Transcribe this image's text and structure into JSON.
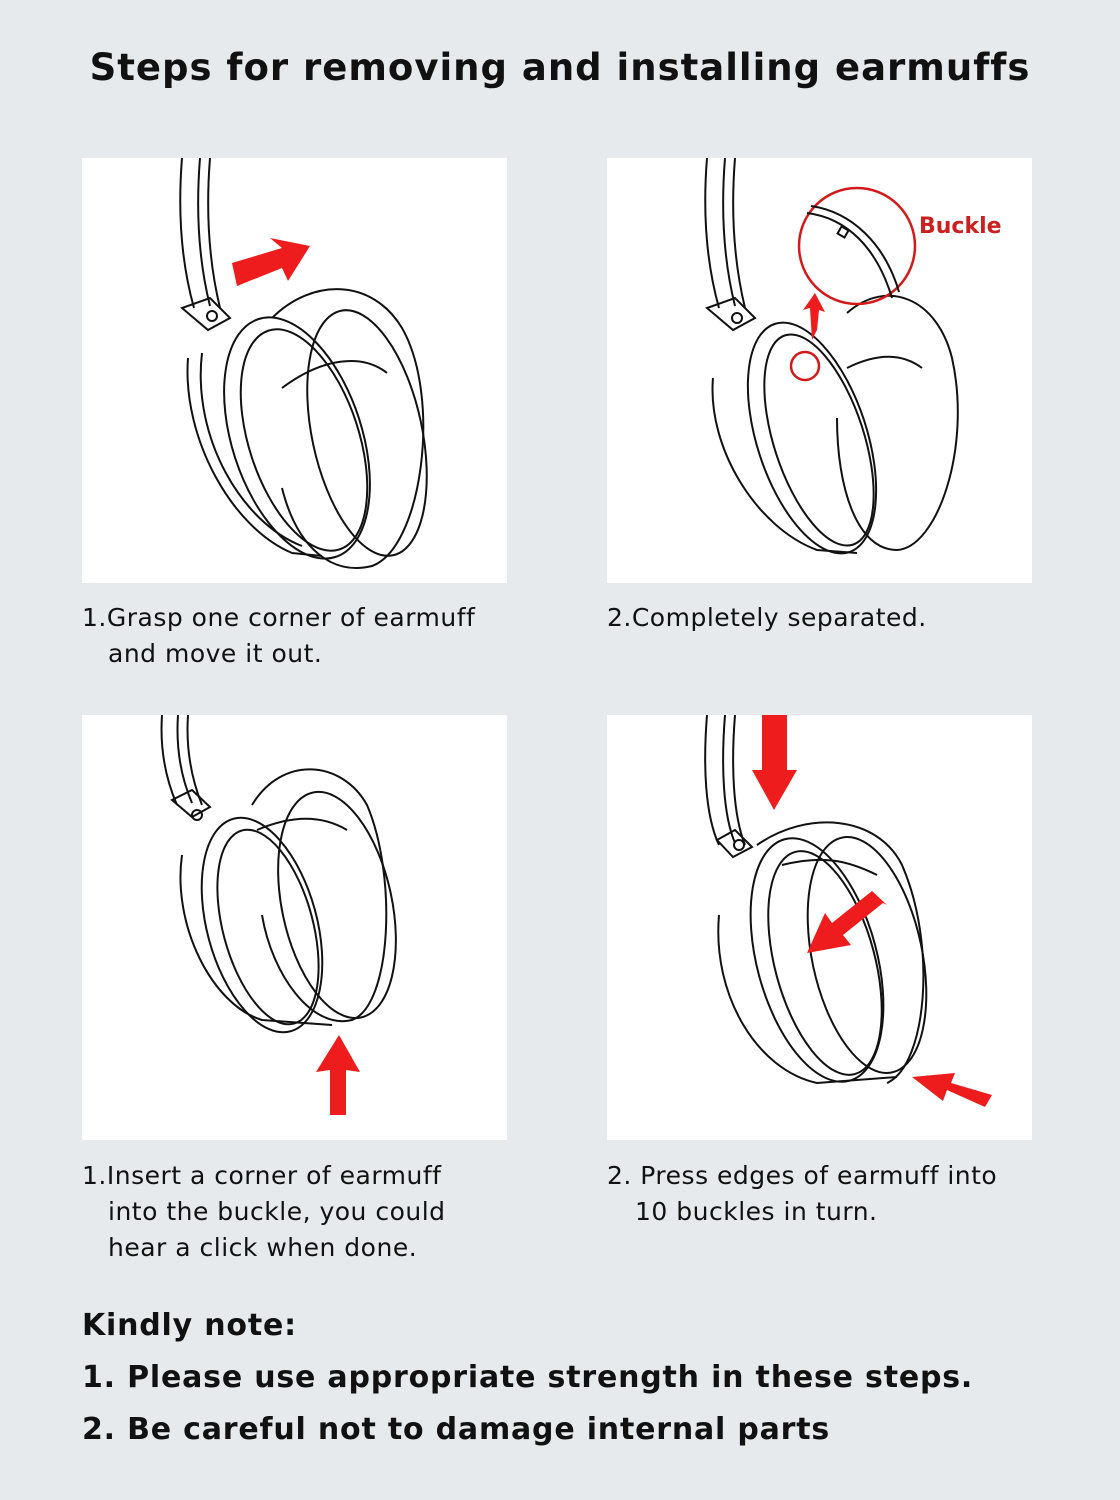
{
  "title": "Steps for removing and installing earmuffs",
  "panels": [
    {
      "caption_line1": "1.Grasp one corner of earmuff",
      "caption_line2": "and move it out."
    },
    {
      "caption_line1": "2.Completely separated.",
      "callout_label": "Buckle"
    },
    {
      "caption_line1": "1.Insert a corner of earmuff",
      "caption_line2": "into the buckle, you could",
      "caption_line3": "hear a click when done."
    },
    {
      "caption_line1": "2. Press edges of earmuff into",
      "caption_line2": "10 buckles in turn."
    }
  ],
  "note": {
    "heading": "Kindly note:",
    "items": [
      "1. Please use appropriate strength in these steps.",
      "2. Be careful not to damage internal parts"
    ]
  },
  "colors": {
    "background": "#e6eaec",
    "panel": "#ffffff",
    "arrow": "#ee1c1c",
    "label": "#cc1f1f"
  }
}
